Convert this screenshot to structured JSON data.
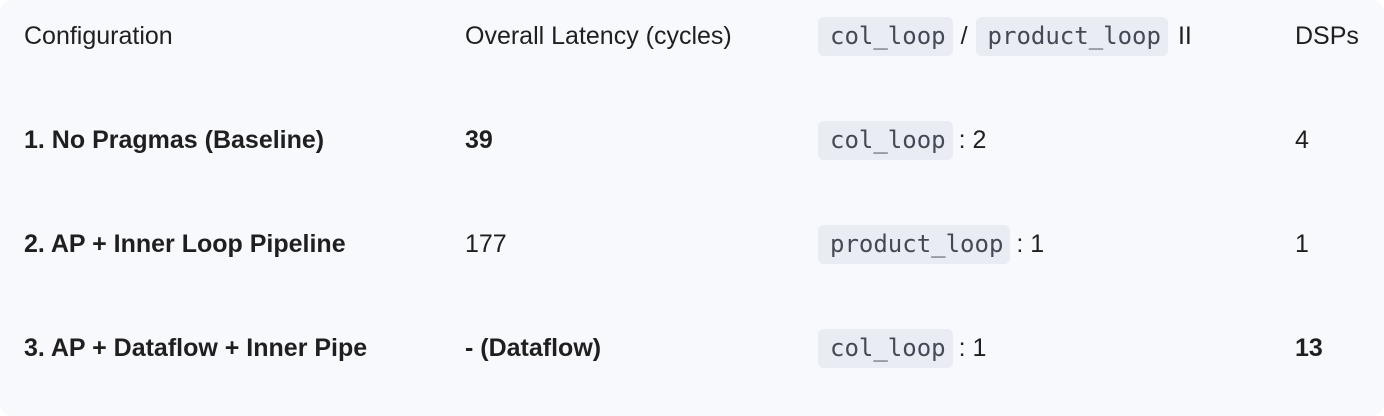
{
  "header": {
    "configuration": "Configuration",
    "latency": "Overall Latency (cycles)",
    "ii_code_a": "col_loop",
    "ii_sep": "/",
    "ii_code_b": "product_loop",
    "ii_suffix": "II",
    "dsps": "DSPs"
  },
  "rows": [
    {
      "configuration": "1. No Pragmas (Baseline)",
      "latency": "39",
      "ii_code": "col_loop",
      "ii_value": ": 2",
      "dsps": "4"
    },
    {
      "configuration": "2. AP + Inner Loop Pipeline",
      "latency": "177",
      "ii_code": "product_loop",
      "ii_value": ": 1",
      "dsps": "1"
    },
    {
      "configuration": "3. AP + Dataflow + Inner Pipe",
      "latency": "- (Dataflow)",
      "ii_code": "col_loop",
      "ii_value": ": 1",
      "dsps": "13"
    }
  ]
}
